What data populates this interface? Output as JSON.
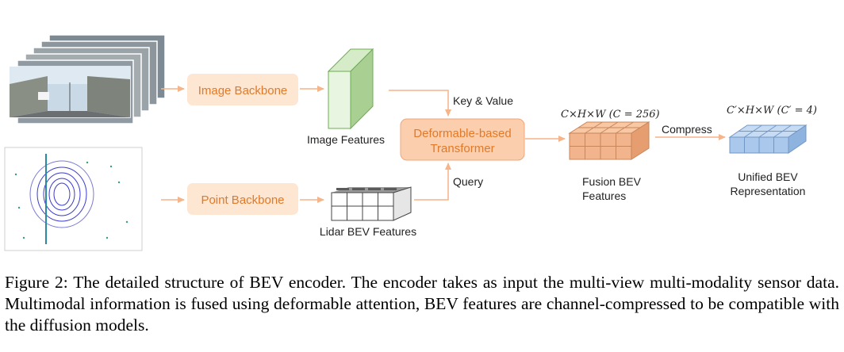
{
  "nodes": {
    "image_backbone": "Image Backbone",
    "point_backbone": "Point Backbone",
    "transformer_line1": "Deformable-based",
    "transformer_line2": "Transformer",
    "image_features": "Image Features",
    "lidar_features": "Lidar BEV Features",
    "fusion_line1": "Fusion BEV",
    "fusion_line2": "Features",
    "unified_line1": "Unified BEV",
    "unified_line2": "Representation"
  },
  "edges": {
    "key_value": "Key & Value",
    "query": "Query",
    "compress": "Compress"
  },
  "dims": {
    "fusion": "C×H×W (C = 256)",
    "unified": "C′×H×W (C′ = 4)"
  },
  "caption": "Figure 2: The detailed structure of BEV encoder. The encoder takes as input the multi-view multi-modality sensor data. Multimodal information is fused using deformable attention, BEV features are channel-compressed to be compatible with the diffusion models.",
  "colors": {
    "box_fill": "#fde6d2",
    "box_text": "#e07a2a",
    "arrow": "#f5b48a",
    "image_feature": "#bfe0b0",
    "fusion_bev": "#f2b48c",
    "unified_bev": "#a9c8ec"
  }
}
